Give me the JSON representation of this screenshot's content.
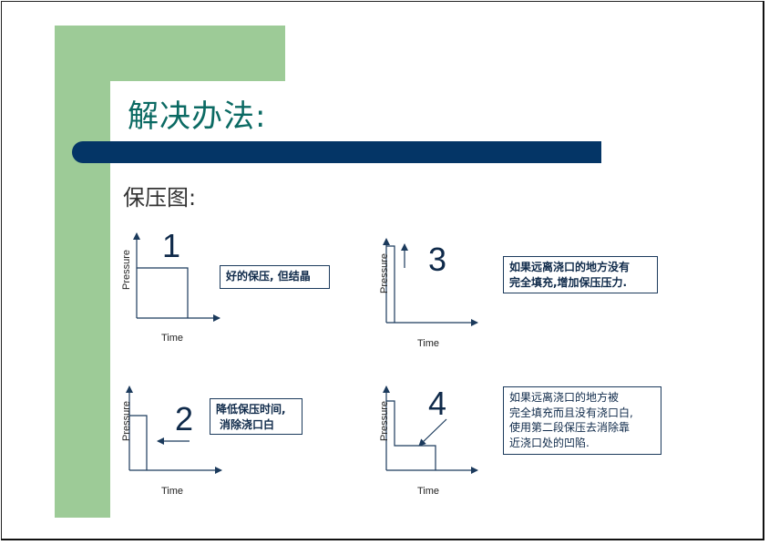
{
  "slide": {
    "title": "解决办法:",
    "subtitle": "保压图:"
  },
  "axis": {
    "x_label": "Time",
    "y_label": "Pressure"
  },
  "panels": [
    {
      "number": "1",
      "note_lines": [
        "好的保压, 但结晶"
      ]
    },
    {
      "number": "2",
      "note_lines": [
        "降低保压时间,",
        "消除浇口白"
      ]
    },
    {
      "number": "3",
      "note_lines": [
        "如果远离浇口的地方没有",
        "完全填充,增加保压压力."
      ]
    },
    {
      "number": "4",
      "note_lines": [
        "如果远离浇口的地方被",
        "完全填充而且没有浇口白,",
        "使用第二段保压去消除靠",
        "近浇口处的凹陷."
      ]
    }
  ],
  "colors": {
    "accent_green": "#9dcb97",
    "title_teal": "#0b6a63",
    "bar_navy": "#043566",
    "line_navy": "#1b3a5c"
  }
}
